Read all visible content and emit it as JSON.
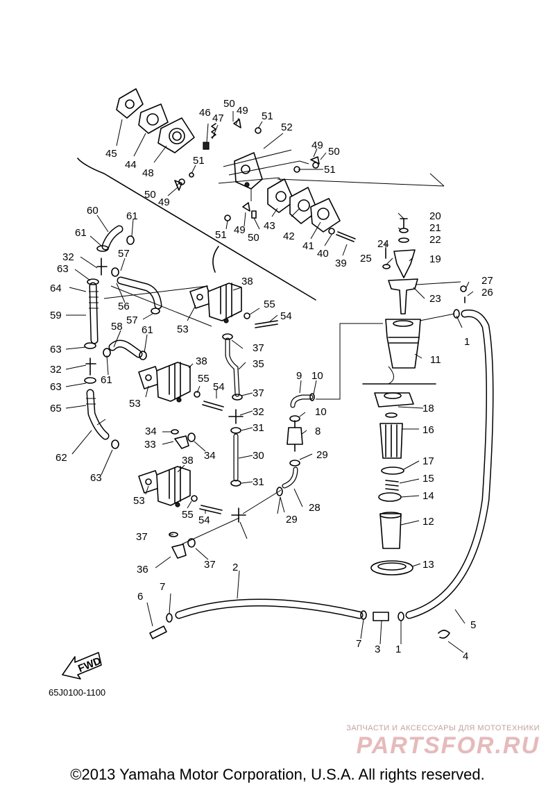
{
  "diagram_code": "65J0100-1100",
  "fwd_label": "FWD",
  "watermark": {
    "tagline": "ЗАПЧАСТИ И АКСЕССУАРЫ ДЛЯ МОТОТЕХНИКИ",
    "logo": "PARTSFOR.RU"
  },
  "copyright": "©2013 Yamaha Motor Corporation, U.S.A. All rights reserved.",
  "callouts": [
    "1",
    "1",
    "2",
    "3",
    "4",
    "5",
    "6",
    "7",
    "7",
    "8",
    "9",
    "10",
    "10",
    "11",
    "12",
    "13",
    "14",
    "15",
    "16",
    "17",
    "18",
    "19",
    "20",
    "21",
    "22",
    "23",
    "24",
    "25",
    "26",
    "27",
    "28",
    "29",
    "29",
    "30",
    "31",
    "31",
    "32",
    "32",
    "32",
    "33",
    "34",
    "34",
    "35",
    "36",
    "37",
    "37",
    "37",
    "37",
    "38",
    "38",
    "38",
    "39",
    "40",
    "41",
    "42",
    "43",
    "44",
    "45",
    "46",
    "47",
    "48",
    "49",
    "49",
    "49",
    "49",
    "50",
    "50",
    "50",
    "50",
    "51",
    "51",
    "51",
    "51",
    "52",
    "53",
    "53",
    "53",
    "54",
    "54",
    "54",
    "55",
    "55",
    "55",
    "56",
    "57",
    "57",
    "58",
    "59",
    "60",
    "61",
    "61",
    "61",
    "61",
    "62",
    "63",
    "63",
    "63",
    "63",
    "64",
    "65"
  ]
}
